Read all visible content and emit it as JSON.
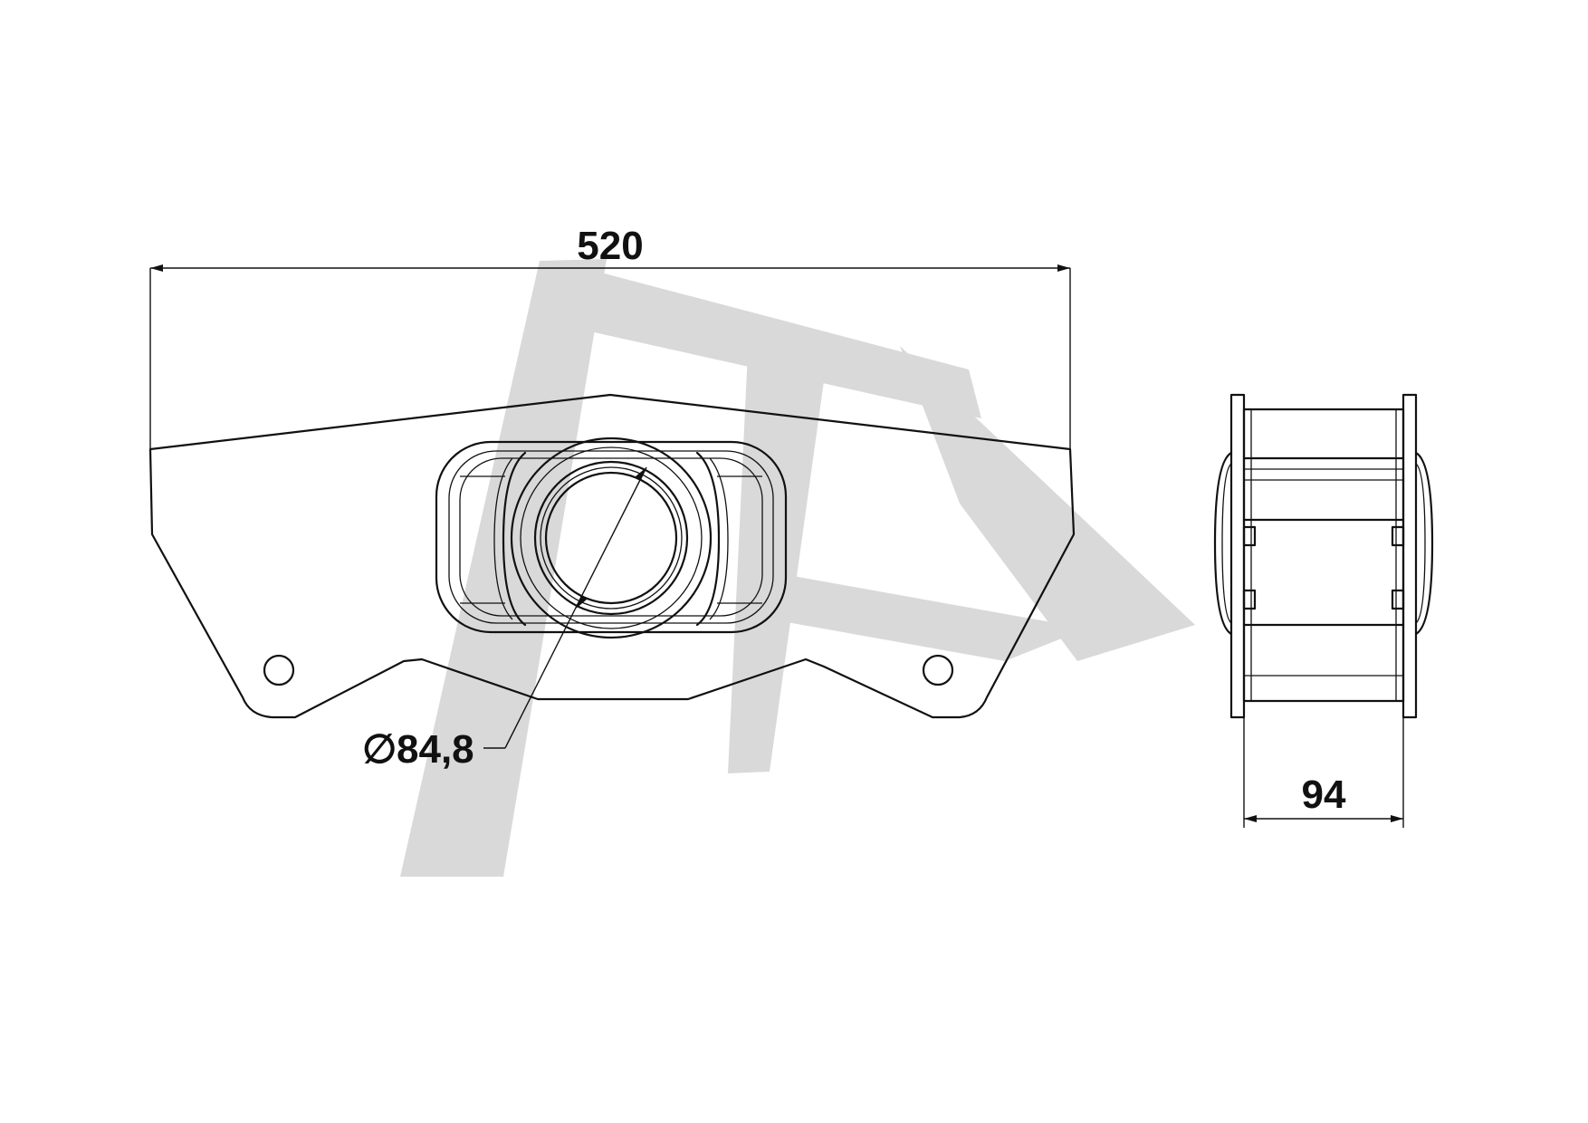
{
  "drawing": {
    "dimensions": {
      "overall_width": "520",
      "bore_diameter_symbol": "∅",
      "bore_diameter": "84,8",
      "depth": "94"
    },
    "colors": {
      "line": "#111111",
      "watermark": "#d9d9d9",
      "background": "#ffffff"
    },
    "watermark_icon": "logo-watermark"
  }
}
